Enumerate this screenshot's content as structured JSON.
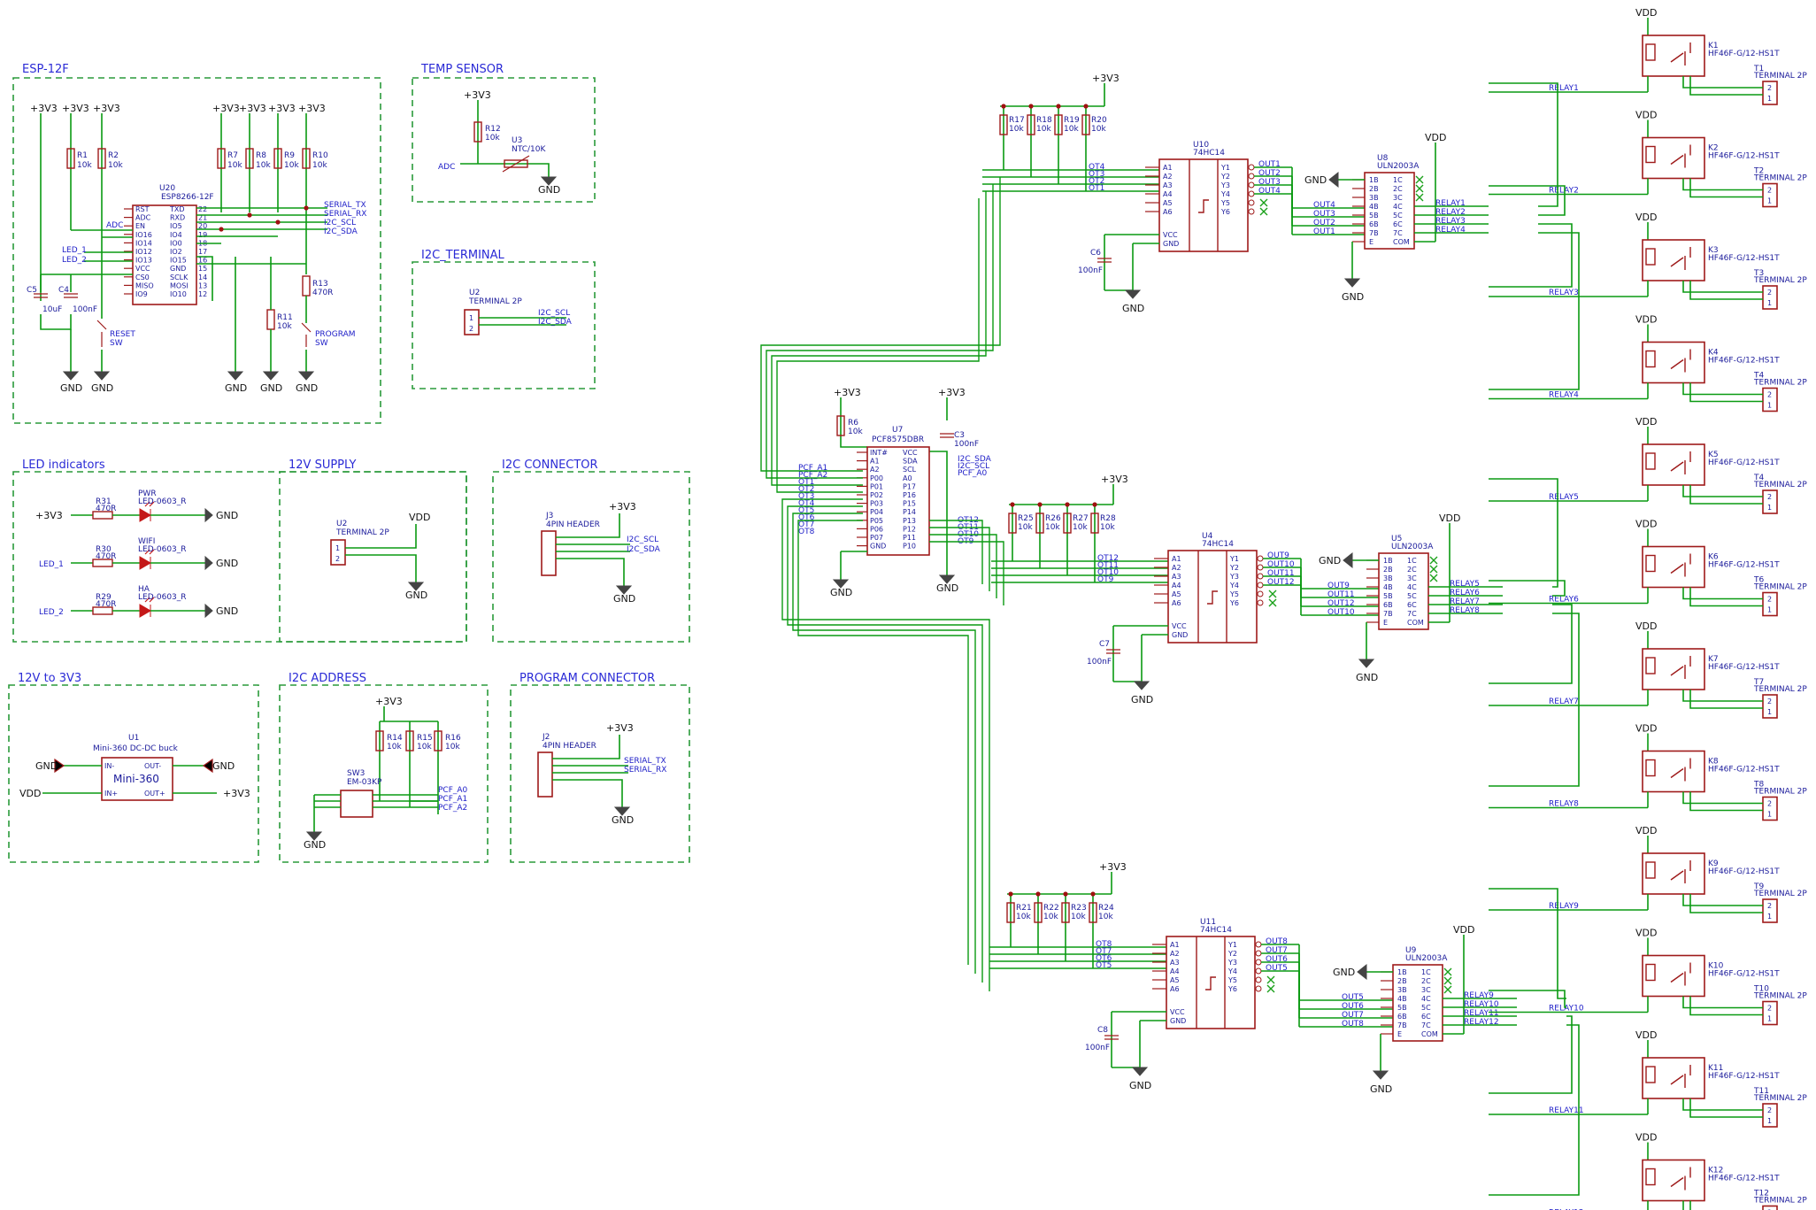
{
  "groups": {
    "esp": "ESP-12F",
    "temp": "TEMP SENSOR",
    "i2c_terminal": "I2C_TERMINAL",
    "led": "LED indicators",
    "supply12": "12V SUPPLY",
    "i2c_conn": "I2C CONNECTOR",
    "v12to3": "12V to 3V3",
    "i2c_addr": "I2C ADDRESS",
    "prog": "PROGRAM CONNECTOR"
  },
  "power": {
    "v33": "+3V3",
    "gnd": "GND",
    "vdd": "VDD"
  },
  "esp": {
    "ref": "U20",
    "value": "ESP8266-12F",
    "pins_left": [
      "RST",
      "ADC",
      "EN",
      "IO16",
      "IO14",
      "IO12",
      "IO13",
      "VCC",
      "CS0",
      "MISO",
      "IO9"
    ],
    "pins_right": [
      "TXD",
      "RXD",
      "IO5",
      "IO4",
      "IO0",
      "IO2",
      "IO15",
      "GND",
      "SCLK",
      "MOSI",
      "IO10"
    ],
    "nums_right": [
      "22",
      "21",
      "20",
      "19",
      "18",
      "17",
      "16",
      "15",
      "14",
      "13",
      "12"
    ],
    "resistors": [
      {
        "ref": "R1",
        "val": "10k"
      },
      {
        "ref": "R2",
        "val": "10k"
      },
      {
        "ref": "R7",
        "val": "10k"
      },
      {
        "ref": "R8",
        "val": "10k"
      },
      {
        "ref": "R9",
        "val": "10k"
      },
      {
        "ref": "R10",
        "val": "10k"
      },
      {
        "ref": "R13",
        "val": "470R"
      },
      {
        "ref": "R11",
        "val": "10k"
      }
    ],
    "caps": [
      {
        "ref": "C5",
        "val": "10uF"
      },
      {
        "ref": "C4",
        "val": "100nF"
      }
    ],
    "nets": [
      "SERIAL_TX",
      "SERIAL_RX",
      "I2C_SCL",
      "I2C_SDA",
      "LED_1",
      "LED_2",
      "ADC"
    ],
    "reset": {
      "label": "RESET",
      "sw": "SW"
    },
    "program": {
      "label": "PROGRAM",
      "sw": "SW"
    }
  },
  "temp": {
    "r": {
      "ref": "R12",
      "val": "10k"
    },
    "ntc": {
      "ref": "U3",
      "val": "NTC/10K"
    },
    "net": "ADC"
  },
  "i2c_terminal": {
    "ref": "U2",
    "val": "TERMINAL 2P",
    "nets": [
      "I2C_SCL",
      "I2C_SDA"
    ]
  },
  "leds": [
    {
      "net": "+3V3",
      "r": "R31",
      "rv": "470R",
      "name": "PWR",
      "part": "LED-0603_R"
    },
    {
      "net": "LED_1",
      "r": "R30",
      "rv": "470R",
      "name": "WIFI",
      "part": "LED-0603_R"
    },
    {
      "net": "LED_2",
      "r": "R29",
      "rv": "470R",
      "name": "HA",
      "part": "LED-0603_R"
    }
  ],
  "supply12": {
    "ref": "U2",
    "val": "TERMINAL 2P"
  },
  "i2c_conn": {
    "ref": "J3",
    "val": "4PIN HEADER",
    "nets": [
      "I2C_SCL",
      "I2C_SDA"
    ]
  },
  "buck": {
    "ref": "U1",
    "val": "Mini-360 DC-DC buck",
    "name": "Mini-360",
    "pins": [
      "IN-",
      "OUT-",
      "IN+",
      "OUT+"
    ]
  },
  "i2c_addr": {
    "resistors": [
      {
        "ref": "R14",
        "val": "10k"
      },
      {
        "ref": "R15",
        "val": "10k"
      },
      {
        "ref": "R16",
        "val": "10k"
      }
    ],
    "sw": {
      "ref": "SW3",
      "val": "EM-03KP"
    },
    "nets": [
      "PCF_A0",
      "PCF_A1",
      "PCF_A2"
    ]
  },
  "prog": {
    "ref": "J2",
    "val": "4PIN HEADER",
    "nets": [
      "SERIAL_TX",
      "SERIAL_RX"
    ]
  },
  "pcf": {
    "ref": "U7",
    "val": "PCF8575DBR",
    "pins_left": [
      "INT#",
      "A1",
      "A2",
      "P00",
      "P01",
      "P02",
      "P03",
      "P04",
      "P05",
      "P06",
      "P07",
      "GND"
    ],
    "pins_right": [
      "VCC",
      "SDA",
      "SCL",
      "A0",
      "P17",
      "P16",
      "P15",
      "P14",
      "P13",
      "P12",
      "P11",
      "P10"
    ],
    "r6": {
      "ref": "R6",
      "val": "10k"
    },
    "c3": {
      "ref": "C3",
      "val": "100nF"
    },
    "nets_left": [
      "PCF_A1",
      "PCF_A2",
      "OT1",
      "OT2",
      "OT3",
      "OT4",
      "OT5",
      "OT6",
      "OT7",
      "OT8"
    ],
    "nets_right": [
      "I2C_SDA",
      "I2C_SCL",
      "PCF_A0",
      "OT12",
      "OT11",
      "OT10",
      "OT9"
    ]
  },
  "hc14": {
    "ref_top": "U10",
    "ref_mid": "U4",
    "ref_bot": "U11",
    "val": "74HC14",
    "pins_a": [
      "A1",
      "A2",
      "A3",
      "A4",
      "A5",
      "A6"
    ],
    "pins_y": [
      "Y1",
      "Y2",
      "Y3",
      "Y4",
      "Y5",
      "Y6"
    ],
    "vcc": "VCC",
    "gnd": "GND"
  },
  "uln": {
    "ref_top": "U8",
    "ref_mid": "U5",
    "ref_bot": "U9",
    "val": "ULN2003A",
    "pins_b": [
      "1B",
      "2B",
      "3B",
      "4B",
      "5B",
      "6B",
      "7B",
      "E"
    ],
    "pins_c": [
      "1C",
      "2C",
      "3C",
      "4C",
      "5C",
      "6C",
      "7C",
      "COM"
    ]
  },
  "banks": [
    {
      "res": [
        [
          "R17",
          "10k"
        ],
        [
          "R18",
          "10k"
        ],
        [
          "R19",
          "10k"
        ],
        [
          "R20",
          "10k"
        ]
      ],
      "cap": [
        "C6",
        "100nF"
      ],
      "ot": [
        "OT4",
        "OT3",
        "OT2",
        "OT1"
      ],
      "out": [
        "OUT1",
        "OUT2",
        "OUT3",
        "OUT4"
      ],
      "outr": [
        "OUT4",
        "OUT3",
        "OUT2",
        "OUT1"
      ],
      "relay": [
        "RELAY1",
        "RELAY2",
        "RELAY3",
        "RELAY4"
      ]
    },
    {
      "res": [
        [
          "R25",
          "10k"
        ],
        [
          "R26",
          "10k"
        ],
        [
          "R27",
          "10k"
        ],
        [
          "R28",
          "10k"
        ]
      ],
      "cap": [
        "C7",
        "100nF"
      ],
      "ot": [
        "OT12",
        "OT11",
        "OT10",
        "OT9"
      ],
      "out": [
        "OUT9",
        "OUT10",
        "OUT11",
        "OUT12"
      ],
      "outr": [
        "OUT9",
        "OUT11",
        "OUT12",
        "OUT10"
      ],
      "relay": [
        "RELAY5",
        "RELAY6",
        "RELAY7",
        "RELAY8"
      ]
    },
    {
      "res": [
        [
          "R21",
          "10k"
        ],
        [
          "R22",
          "10k"
        ],
        [
          "R23",
          "10k"
        ],
        [
          "R24",
          "10k"
        ]
      ],
      "cap": [
        "C8",
        "100nF"
      ],
      "ot": [
        "OT8",
        "OT7",
        "OT6",
        "OT5"
      ],
      "out": [
        "OUT8",
        "OUT7",
        "OUT6",
        "OUT5"
      ],
      "outr": [
        "OUT5",
        "OUT6",
        "OUT7",
        "OUT8"
      ],
      "relay": [
        "RELAY9",
        "RELAY10",
        "RELAY11",
        "RELAY12"
      ]
    }
  ],
  "relays": [
    {
      "k": "K1",
      "t": "T1",
      "net": "RELAY1"
    },
    {
      "k": "K2",
      "t": "T2",
      "net": "RELAY2"
    },
    {
      "k": "K3",
      "t": "T3",
      "net": "RELAY3"
    },
    {
      "k": "K4",
      "t": "T4",
      "net": "RELAY4"
    },
    {
      "k": "K5",
      "t": "T4",
      "net": "RELAY5"
    },
    {
      "k": "K6",
      "t": "T6",
      "net": "RELAY6"
    },
    {
      "k": "K7",
      "t": "T7",
      "net": "RELAY7"
    },
    {
      "k": "K8",
      "t": "T8",
      "net": "RELAY8"
    },
    {
      "k": "K9",
      "t": "T9",
      "net": "RELAY9"
    },
    {
      "k": "K10",
      "t": "T10",
      "net": "RELAY10"
    },
    {
      "k": "K11",
      "t": "T11",
      "net": "RELAY11"
    },
    {
      "k": "K12",
      "t": "T12",
      "net": "RELAY12"
    }
  ],
  "relay_part": "HF46F-G/12-HS1T",
  "terminal_part": "TERMINAL 2P"
}
